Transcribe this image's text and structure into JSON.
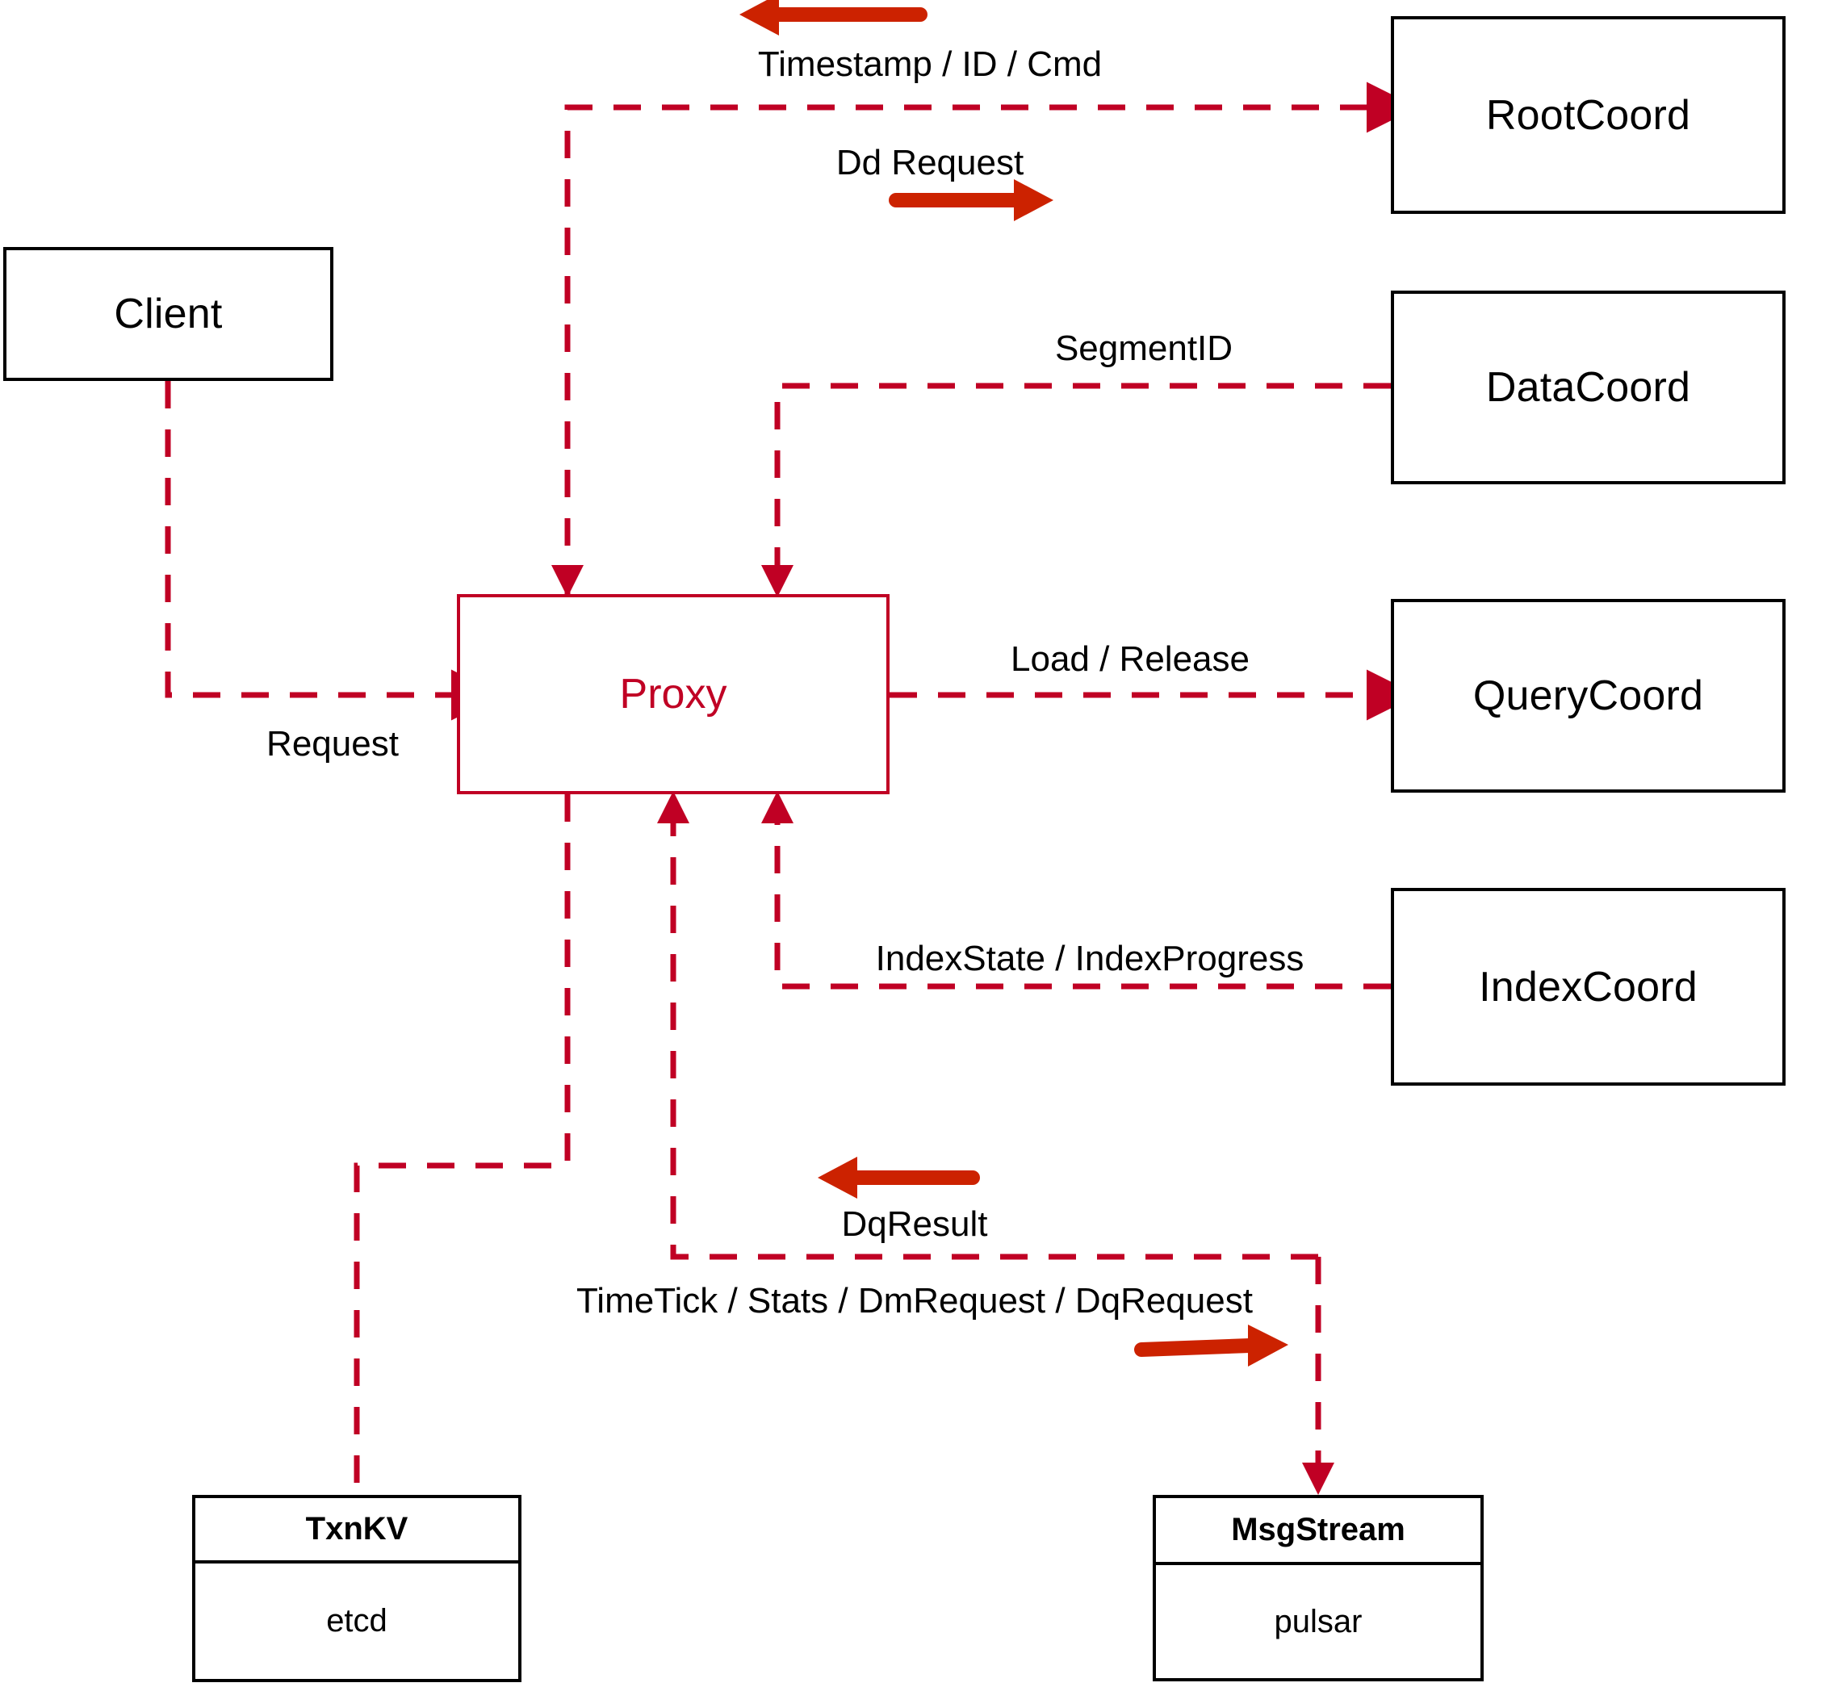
{
  "diagram": {
    "title": "Milvus Proxy interaction diagram",
    "accent_color": "#c00024",
    "arrow_color": "#cc2200",
    "node_border_color": "#000000",
    "background_color": "#ffffff"
  },
  "nodes": {
    "client": {
      "label": "Client"
    },
    "proxy": {
      "label": "Proxy"
    },
    "root_coord": {
      "label": "RootCoord"
    },
    "data_coord": {
      "label": "DataCoord"
    },
    "query_coord": {
      "label": "QueryCoord"
    },
    "index_coord": {
      "label": "IndexCoord"
    },
    "txnkv": {
      "header": "TxnKV",
      "body": "etcd"
    },
    "msgstream": {
      "header": "MsgStream",
      "body": "pulsar"
    }
  },
  "edges": [
    {
      "id": "timestamp-id-cmd",
      "label": "Timestamp / ID / Cmd",
      "from": "RootCoord",
      "to": "Proxy",
      "direction": "left"
    },
    {
      "id": "dd-request",
      "label": "Dd Request",
      "from": "Proxy",
      "to": "RootCoord",
      "direction": "right"
    },
    {
      "id": "segment-id",
      "label": "SegmentID",
      "from": "DataCoord",
      "to": "Proxy",
      "direction": "left"
    },
    {
      "id": "request",
      "label": "Request",
      "from": "Client",
      "to": "Proxy",
      "direction": "right"
    },
    {
      "id": "load-release",
      "label": "Load / Release",
      "from": "Proxy",
      "to": "QueryCoord",
      "direction": "right"
    },
    {
      "id": "index-state-progress",
      "label": "IndexState / IndexProgress",
      "from": "IndexCoord",
      "to": "Proxy",
      "direction": "left"
    },
    {
      "id": "dq-result",
      "label": "DqResult",
      "from": "MsgStream",
      "to": "Proxy",
      "direction": "left"
    },
    {
      "id": "timetick-stats-dm-dq",
      "label": "TimeTick / Stats / DmRequest / DqRequest",
      "from": "Proxy",
      "to": "MsgStream",
      "direction": "right"
    },
    {
      "id": "proxy-txnkv",
      "label": "",
      "from": "Proxy",
      "to": "TxnKV",
      "direction": "none"
    }
  ]
}
